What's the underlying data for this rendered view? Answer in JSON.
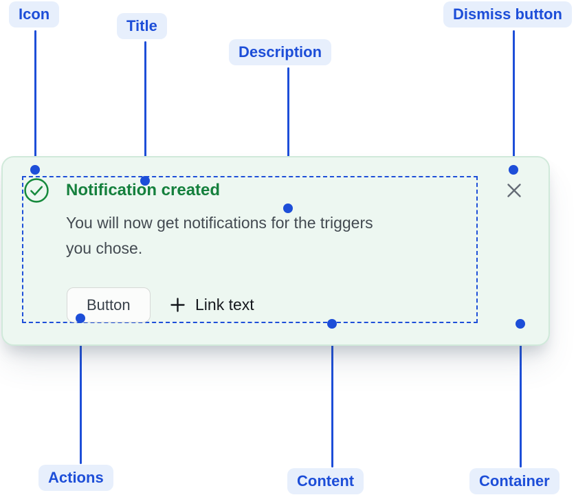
{
  "annotations": {
    "icon": "Icon",
    "title": "Title",
    "description": "Description",
    "dismiss_button": "Dismiss button",
    "actions": "Actions",
    "content": "Content",
    "container": "Container"
  },
  "notification": {
    "title": "Notification created",
    "description": "You will now get notifications for the triggers you chose.",
    "description_lines": [
      "You will now get notifications for the triggers",
      "you chose."
    ],
    "actions": {
      "button_label": "Button",
      "link_label": "Link text"
    },
    "icons": {
      "status": "check-circle-icon",
      "link_prefix": "plus-icon",
      "dismiss": "close-icon"
    }
  },
  "colors": {
    "callout_blue": "#1d4ed8",
    "callout_pill_bg": "#e7effc",
    "card_bg": "#edf7f1",
    "card_border": "#d0e9da",
    "title_green": "#15803d",
    "icon_green": "#178a3d",
    "description_text": "#434a51",
    "dismiss_gray": "#646b76"
  }
}
